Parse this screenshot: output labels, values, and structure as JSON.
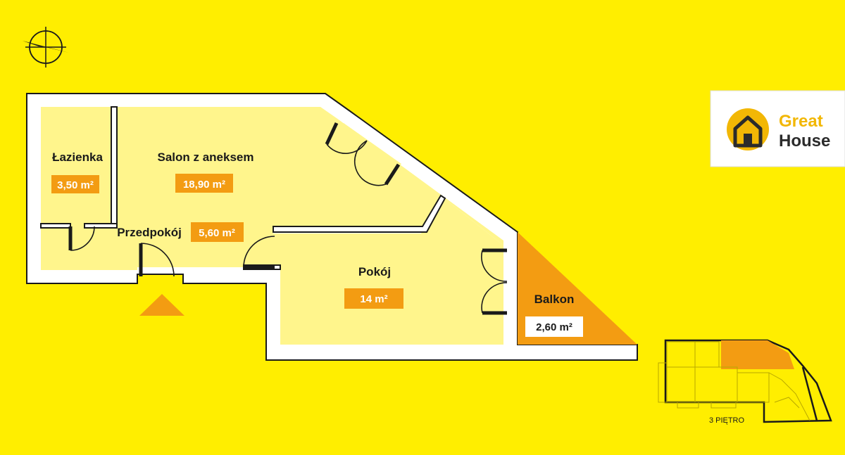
{
  "brand": {
    "line1": "Great",
    "line2": "House"
  },
  "rooms": {
    "lazienka": {
      "name": "Łazienka",
      "area": "3,50 m²"
    },
    "salon": {
      "name": "Salon z aneksem",
      "area": "18,90 m²"
    },
    "przedpokoj": {
      "name": "Przedpokój",
      "area": "5,60 m²"
    },
    "pokoj": {
      "name": "Pokój",
      "area": "14 m²"
    },
    "balkon": {
      "name": "Balkon",
      "area": "2,60 m²"
    }
  },
  "keyplan": {
    "floor": "3 PIĘTRO"
  },
  "icons": {
    "compass": "compass-icon",
    "entrance": "entrance-arrow-icon",
    "logo": "house-icon"
  },
  "colors": {
    "background": "#FFEE00",
    "room_fill": "#FFF58C",
    "balcony": "#F39C12",
    "walls": "#FFFFFF",
    "wall_outline": "#1a1a1a",
    "brand_yellow": "#F2B705",
    "brand_dark": "#2b2b2b"
  }
}
